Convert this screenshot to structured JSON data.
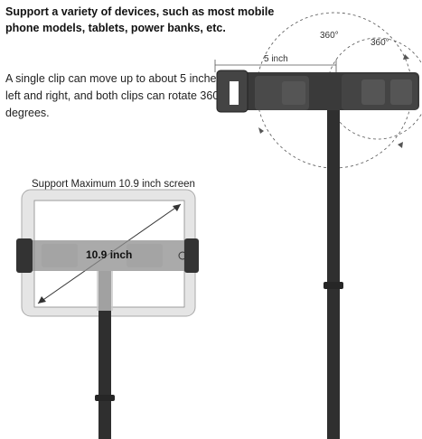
{
  "headline": "Support a variety of devices, such as most mobile phone models, tablets, power banks, etc.",
  "description": "A single clip can move up to about 5 inches left and right, and both clips can rotate 360 degrees.",
  "max_screen_label": "Support Maximum 10.9 inch screen",
  "dimension_label": "5 inch",
  "rotation_label_left": "360°",
  "rotation_label_right": "360°",
  "screen_size_label": "10.9 inch",
  "colors": {
    "stand": "#2b2b2b",
    "clip": "#3a3a3a",
    "tablet_frame": "#d9d9d9",
    "annotation": "#555555"
  }
}
